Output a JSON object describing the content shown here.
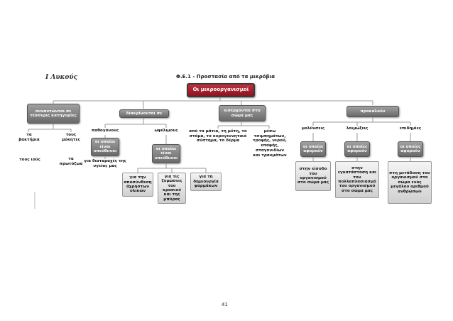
{
  "header": {
    "logo": "Ι Λυκούς",
    "title": "Φ.Ε.1 - Προστασία από τα μικρόβια"
  },
  "root": "Οι μικροοργανισμοί",
  "branches": {
    "categories": {
      "label": "συναντώνται σε τέσσερις κατηγορίες",
      "items": [
        "τα βακτήρια",
        "τους μύκητες",
        "τους ιούς",
        "τα πρωτόζωα"
      ]
    },
    "distinguish": {
      "label": "διακρίνονται σε",
      "pathogenic": "παθογόνους",
      "pathogenic_link": "οι οποίοι είναι υπεύθυνοι",
      "pathogenic_result": "για διαταραχές της υγείας μας",
      "beneficial": "ωφέλιμους",
      "beneficial_link": "οι οποίοι είναι υπεύθυνοι",
      "beneficial_results": [
        "για την αποσύνθεση άχρηστων υλικών",
        "για τις ζυμώσεις του κρασιού και της μπύρας",
        "για τη δημιουργία φαρμάκων"
      ]
    },
    "enter": {
      "label": "εισέρχονται στο σώμα μας",
      "items": [
        "από τα μάτια, τη μύτη, το στόμα, το ουρογεννητικό σύστημα, το δέρμα",
        "μέσω τσιμπημάτων, τροφής, νερού, επαφής, σταγονιδίων και τραυμάτων"
      ]
    },
    "cause": {
      "label": "προκαλούν",
      "columns": [
        {
          "name": "μολύνσεις",
          "link": "οι οποίοι αφορούν",
          "detail": "στην είσοδο του οργανισμού στο σώμα μας"
        },
        {
          "name": "λοιμώξεις",
          "link": "οι οποίες αφορούν",
          "detail": "στην εγκατάσταση και τον πολλαπλασιασμό του οργανισμού στο σώμα μας"
        },
        {
          "name": "επιδημίες",
          "link": "οι οποίες αφορούν",
          "detail": "στη μετάδοση του οργανισμού στο σώμα ενός μεγάλου αριθμού ανθρώπων"
        }
      ]
    }
  },
  "page_number": "41"
}
